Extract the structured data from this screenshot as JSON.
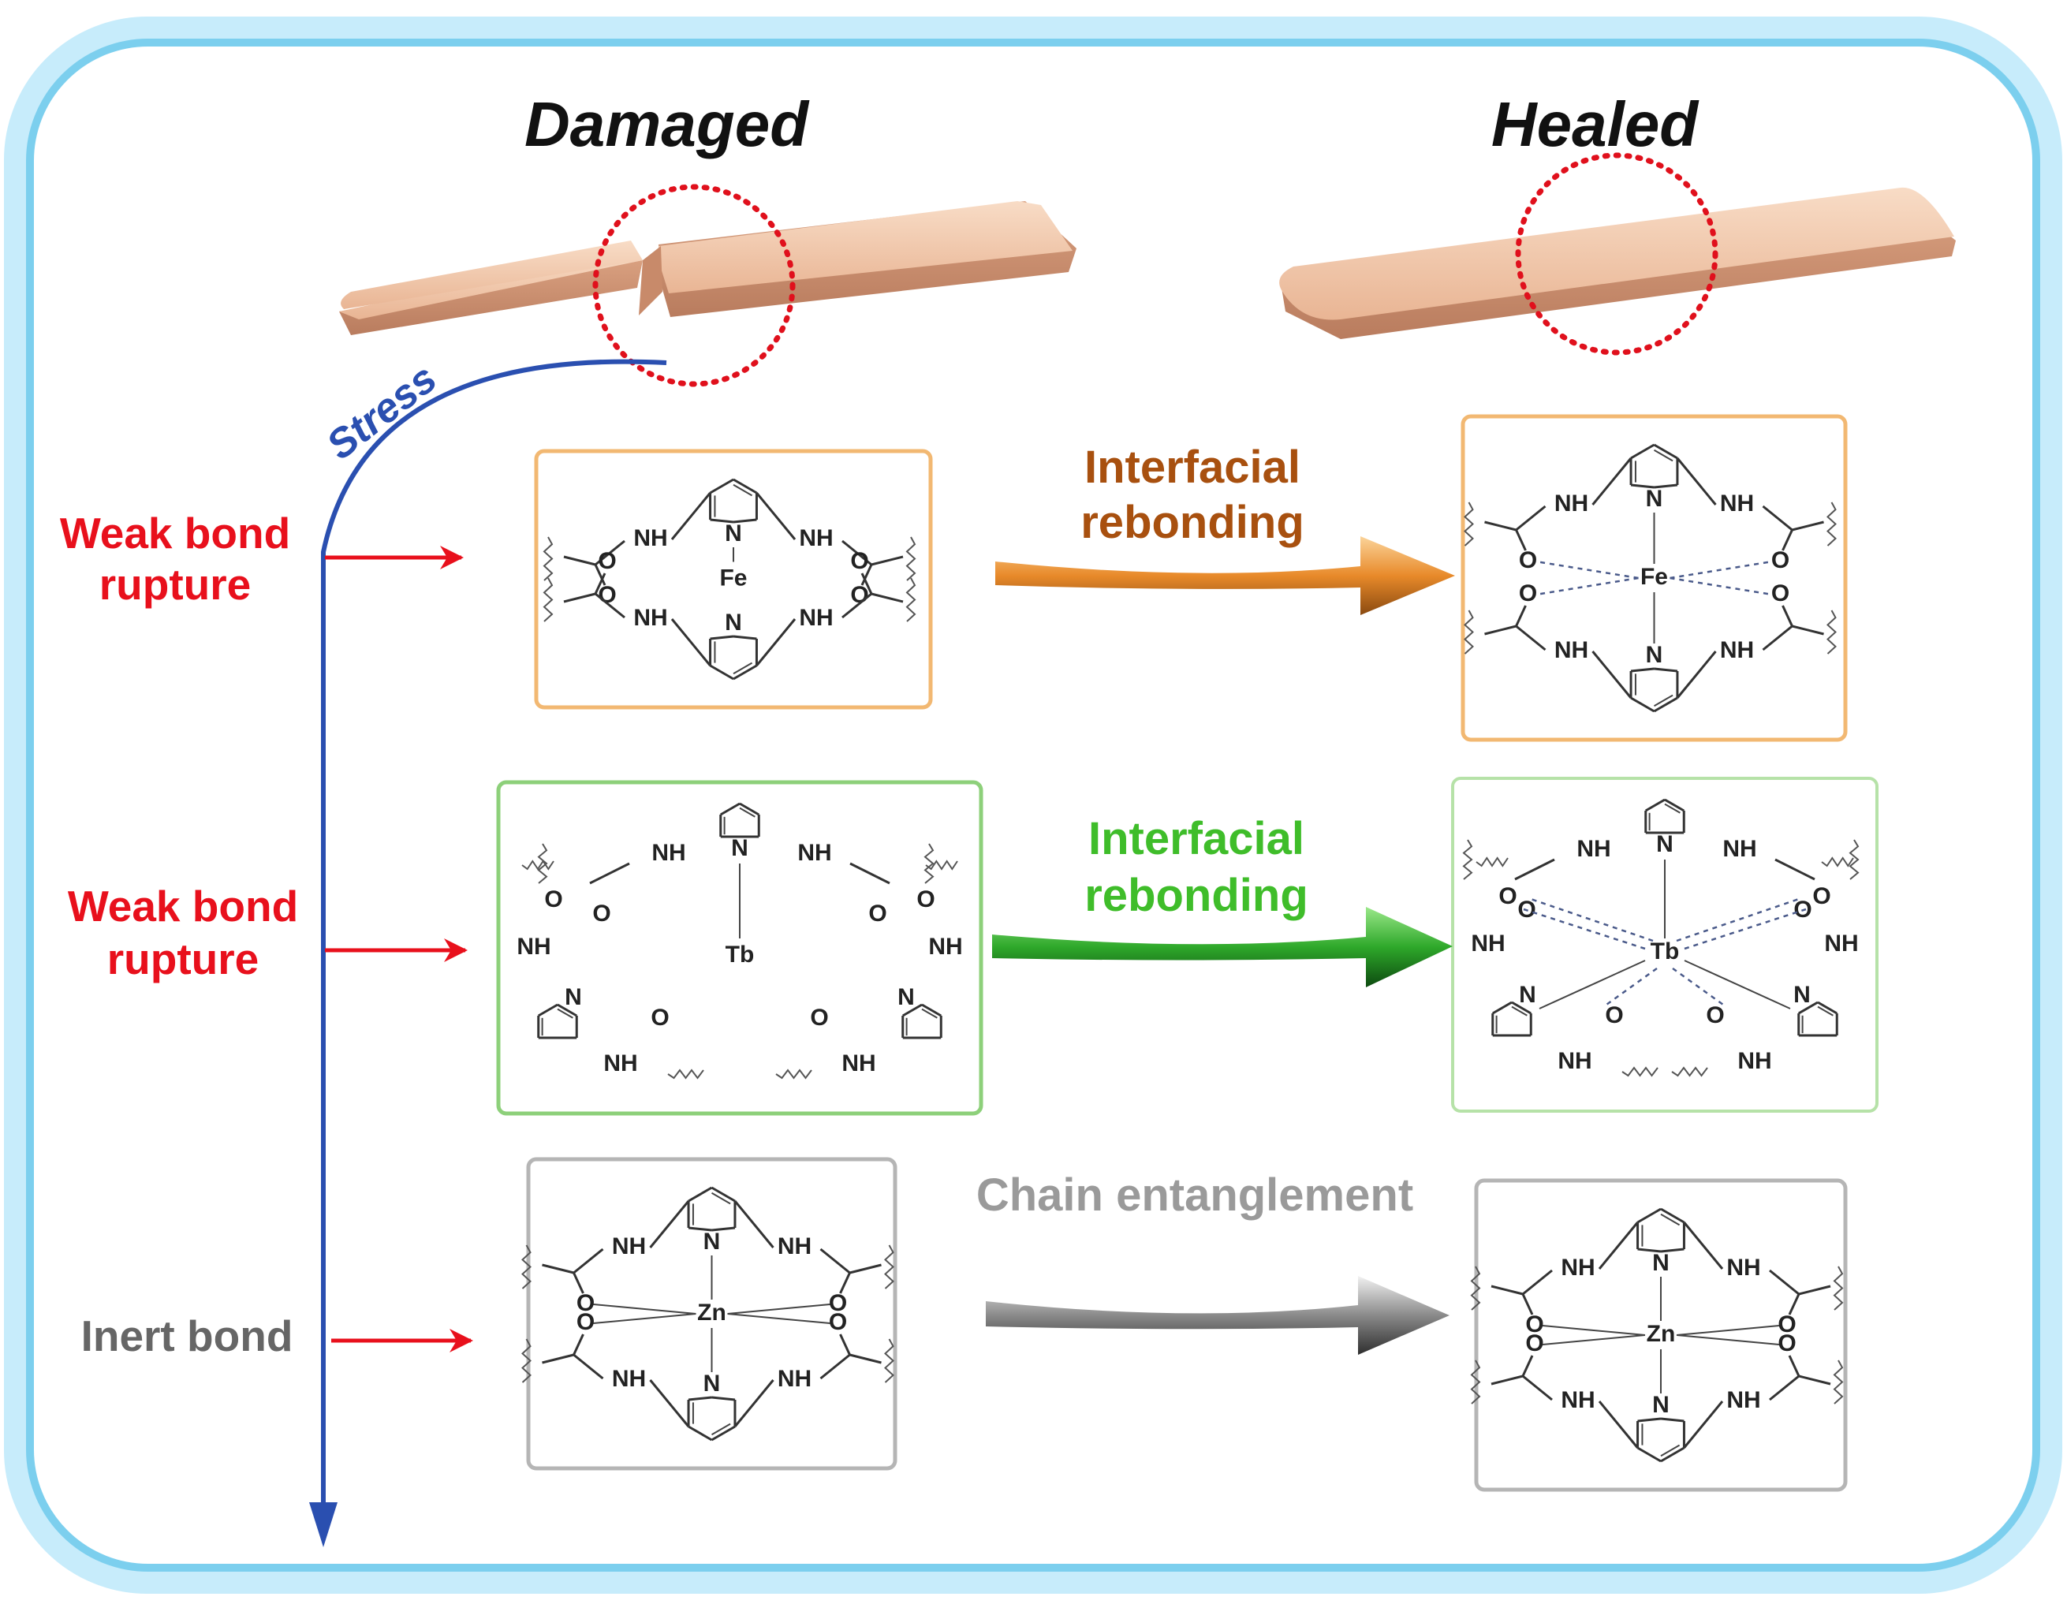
{
  "headers": {
    "damaged": "Damaged",
    "healed": "Healed"
  },
  "stress_label": "Stress",
  "rows": [
    {
      "left_label_line1": "Weak bond",
      "left_label_line2": "rupture",
      "left_label_color": "#e8101c",
      "arrow_label_line1": "Interfacial",
      "arrow_label_line2": "rebonding",
      "arrow_label_color": "#a8500f",
      "arrow_color": "#e88a2a",
      "box_color": "#f2b872",
      "metal": "Fe"
    },
    {
      "left_label_line1": "Weak bond",
      "left_label_line2": "rupture",
      "left_label_color": "#e8101c",
      "arrow_label_line1": "Interfacial",
      "arrow_label_line2": "rebonding",
      "arrow_label_color": "#3fbd2a",
      "arrow_color": "#2ea82a",
      "box_color": "#8dd07a",
      "metal": "Tb"
    },
    {
      "left_label_line1": "Inert bond",
      "left_label_line2": "",
      "left_label_color": "#666666",
      "arrow_label_line1": "Chain entanglement",
      "arrow_label_line2": "",
      "arrow_label_color": "#9a9a9a",
      "arrow_color": "#8a8a8a",
      "box_color": "#b5b5b5",
      "metal": "Zn"
    }
  ],
  "chem_labels": {
    "nh": "NH",
    "n": "N",
    "o": "O"
  },
  "colors": {
    "frame": "#8fd8f5",
    "stress_axis": "#2a4fb0",
    "pointer_arrow": "#e8101c",
    "strip": "#f3c9a8",
    "damage_circle": "#e0101c"
  }
}
